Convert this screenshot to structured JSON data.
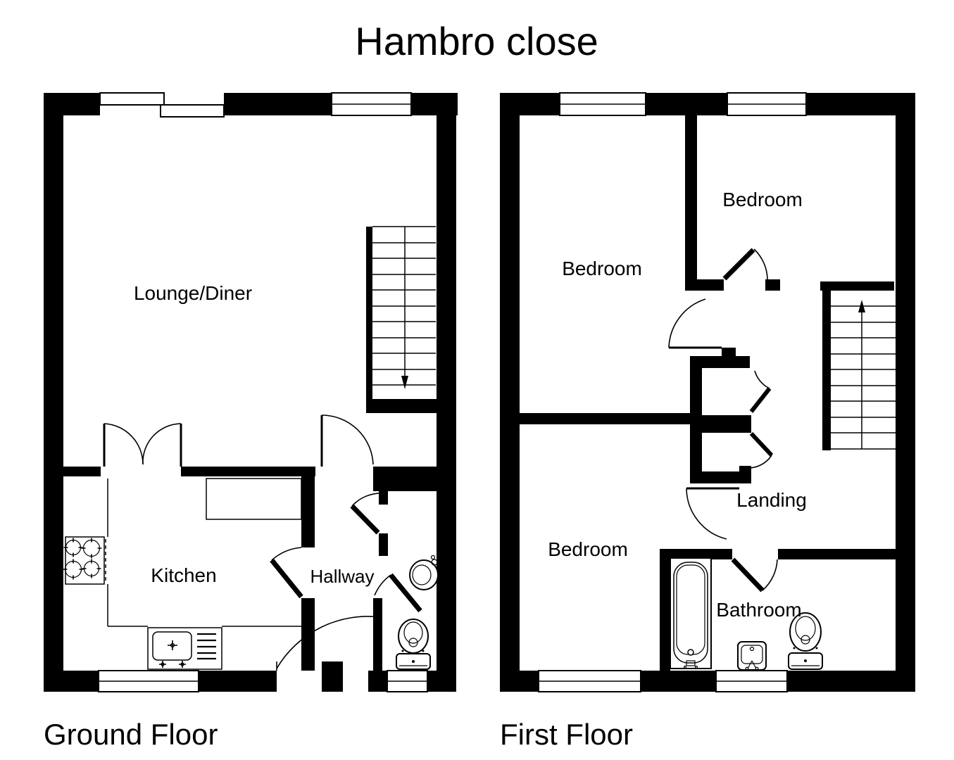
{
  "title": "Hambro close",
  "ground_floor": {
    "label": "Ground Floor",
    "rooms": {
      "lounge": "Lounge/Diner",
      "kitchen": "Kitchen",
      "hallway": "Hallway"
    },
    "stairs_direction": "down-arrow"
  },
  "first_floor": {
    "label": "First Floor",
    "rooms": {
      "bedroom_top_left": "Bedroom",
      "bedroom_top_right": "Bedroom",
      "bedroom_bottom_left": "Bedroom",
      "landing": "Landing",
      "bathroom": "Bathroom"
    },
    "stairs_direction": "up-arrow"
  },
  "colors": {
    "wall": "#000000",
    "background": "#ffffff",
    "line": "#000000"
  }
}
